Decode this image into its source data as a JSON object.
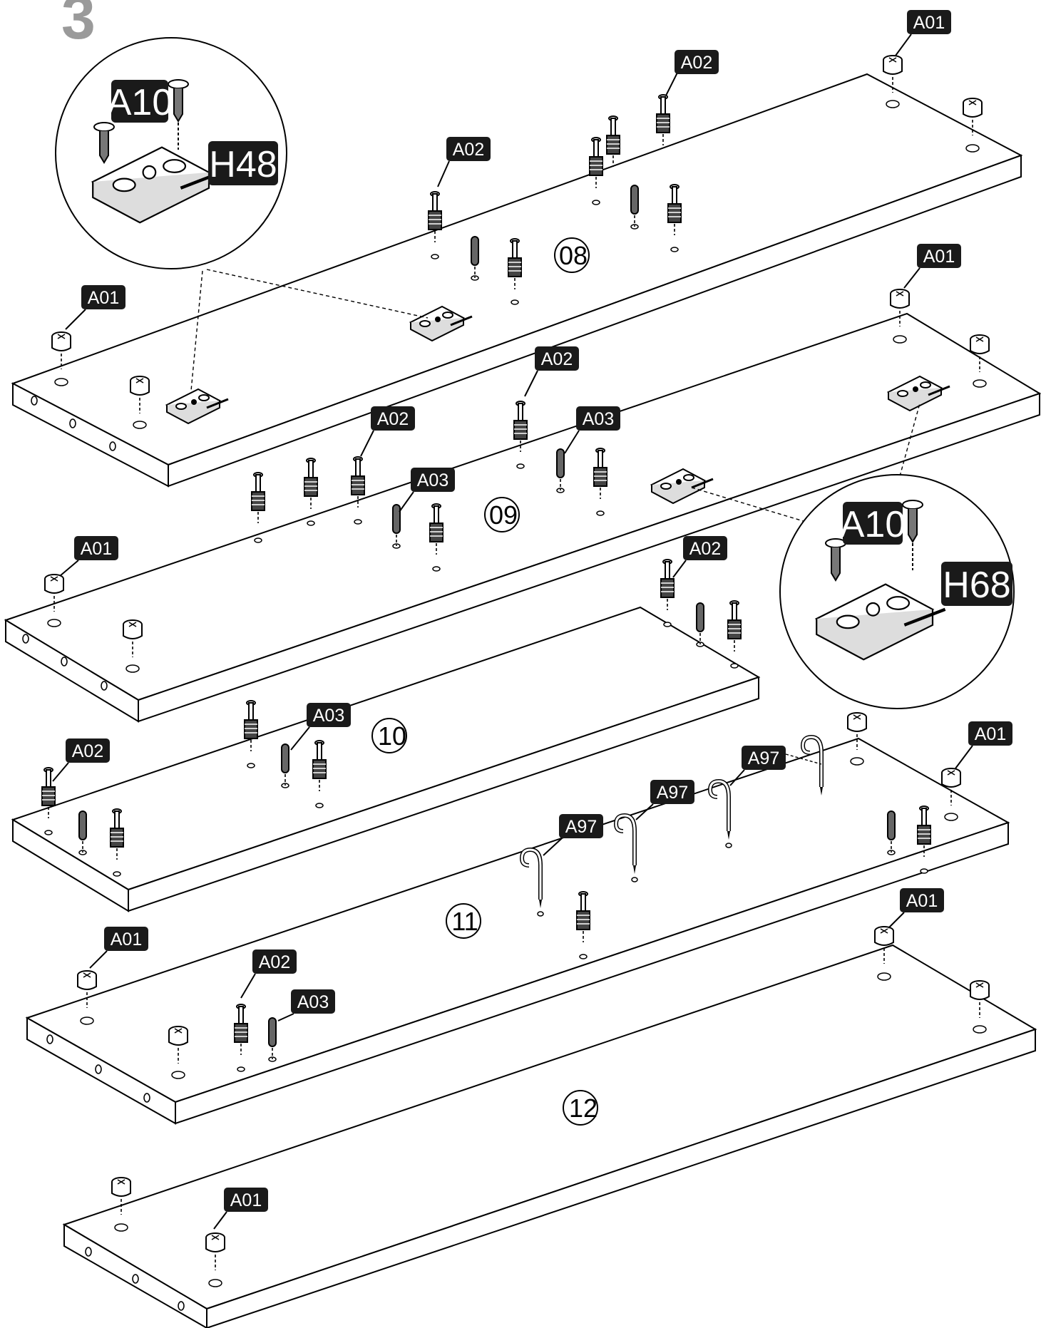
{
  "step": "3",
  "panels": [
    {
      "id": "08",
      "label": "08"
    },
    {
      "id": "09",
      "label": "09"
    },
    {
      "id": "10",
      "label": "10"
    },
    {
      "id": "11",
      "label": "11"
    },
    {
      "id": "12",
      "label": "12"
    }
  ],
  "part_codes": {
    "A01": "A01",
    "A02": "A02",
    "A03": "A03",
    "A97": "A97",
    "A10": "A10",
    "H48": "H48",
    "H68": "H68"
  },
  "callouts": [
    {
      "id": "hinge-h48",
      "screw": "A10",
      "plate": "H48"
    },
    {
      "id": "hinge-h68",
      "screw": "A10",
      "plate": "H68"
    }
  ],
  "colors": {
    "tag_fill": "#1a1a1a",
    "step_gray": "#9a9a9a",
    "line": "#000000"
  }
}
